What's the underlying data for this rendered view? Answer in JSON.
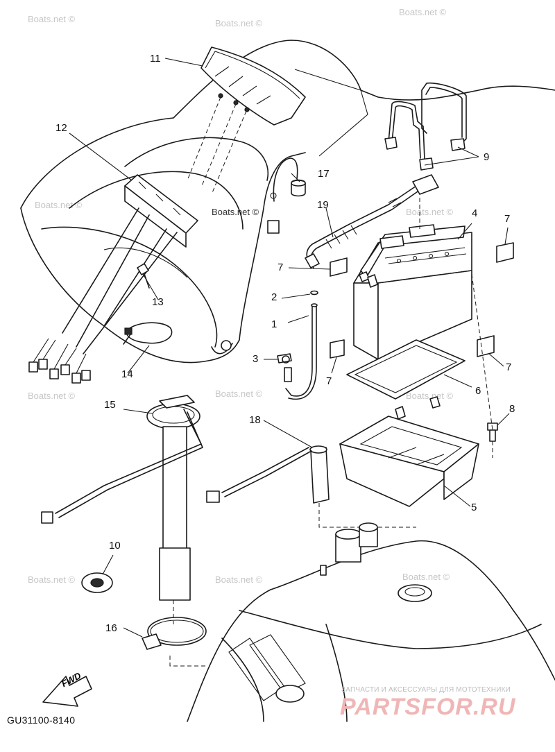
{
  "watermark": "Boats.net ©",
  "diagram_code": "GU31100-8140",
  "fwd_label": "FWD",
  "brand_top": "ЗАПЧАСТИ И АКСЕССУАРЫ ДЛЯ МОТОТЕХНИКИ",
  "brand_main": "PARTSFOR.RU",
  "callouts": [
    {
      "id": "1",
      "label": "1"
    },
    {
      "id": "2",
      "label": "2"
    },
    {
      "id": "3",
      "label": "3"
    },
    {
      "id": "4",
      "label": "4"
    },
    {
      "id": "5",
      "label": "5"
    },
    {
      "id": "6",
      "label": "6"
    },
    {
      "id": "7a",
      "label": "7"
    },
    {
      "id": "7b",
      "label": "7"
    },
    {
      "id": "7c",
      "label": "7"
    },
    {
      "id": "7d",
      "label": "7"
    },
    {
      "id": "8",
      "label": "8"
    },
    {
      "id": "9",
      "label": "9"
    },
    {
      "id": "10",
      "label": "10"
    },
    {
      "id": "11",
      "label": "11"
    },
    {
      "id": "12",
      "label": "12"
    },
    {
      "id": "13",
      "label": "13"
    },
    {
      "id": "14",
      "label": "14"
    },
    {
      "id": "15",
      "label": "15"
    },
    {
      "id": "16",
      "label": "16"
    },
    {
      "id": "17",
      "label": "17"
    },
    {
      "id": "18",
      "label": "18"
    },
    {
      "id": "19",
      "label": "19"
    }
  ]
}
